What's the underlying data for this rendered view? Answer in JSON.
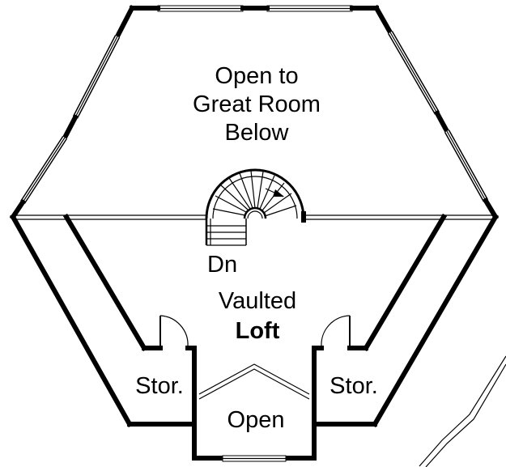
{
  "labels": {
    "open_to_line1": "Open to",
    "open_to_line2": "Great Room",
    "open_to_line3": "Below",
    "stair_down": "Dn",
    "loft_line1": "Vaulted",
    "loft_line2": "Loft",
    "storage_left": "Stor.",
    "storage_right": "Stor.",
    "open_bottom": "Open"
  },
  "colors": {
    "line": "#000000",
    "background": "#ffffff"
  }
}
